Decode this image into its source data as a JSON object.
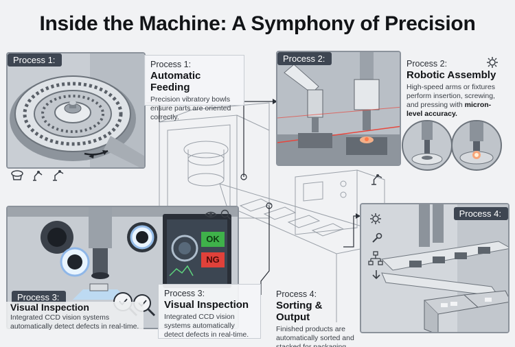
{
  "title": "Inside the Machine: A Symphony of Precision",
  "process1": {
    "tag": "Process 1:",
    "num": "Process 1:",
    "heading": "Automatic Feeding",
    "body": "Precision vibratory bowls ensure parts are oriented correctly."
  },
  "process2": {
    "tag": "Process 2:",
    "num": "Process 2:",
    "heading": "Robotic Assembly",
    "body_pre": "High-speed arms or fixtures perform insertion, screwing, and pressing with ",
    "body_bold": "micron-level accuracy."
  },
  "process3": {
    "tag": "Process 3:",
    "heading_left": "Visual Inspection",
    "body_left": "Integrated CCD vision systems automatically detect defects in real-time.",
    "num": "Process 3:",
    "heading": "Visual Inspection",
    "body": "Integrated CCD vision systems automatically detect defects in real-time.",
    "screen_ok": "OK",
    "screen_ng": "NG"
  },
  "process4": {
    "tag": "Process 4:",
    "num": "Process 4:",
    "heading": "Sorting & Output",
    "body": "Finished products are automatically sorted and stacked for packaging."
  },
  "colors": {
    "ok": "#3fb24a",
    "ng": "#e0413a",
    "laser": "#e8463c",
    "tag_bg": "#3e4652"
  }
}
